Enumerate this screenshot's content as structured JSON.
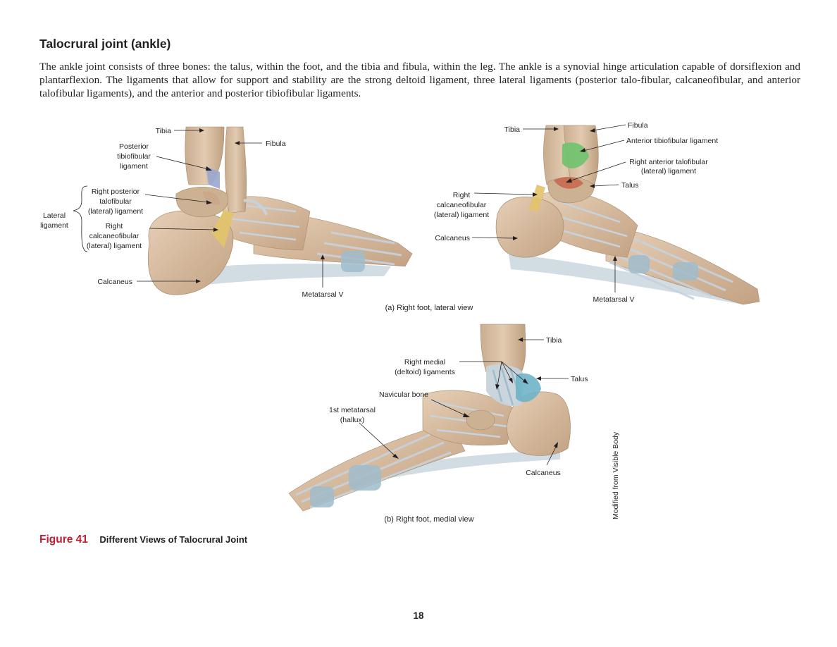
{
  "section": {
    "title": "Talocrural joint (ankle)",
    "body": "The ankle joint consists of three bones: the talus, within the foot, and the tibia and fibula, within the leg. The ankle is a synovial hinge articulation capable of dorsiflexion and plantarflexion. The ligaments that allow for support and stability are the strong deltoid ligament, three lateral ligaments (posterior talo-fibular, calcaneofibular, and anterior talofibular ligaments), and the anterior and posterior tibiofibular ligaments."
  },
  "panel_a": {
    "caption": "(a) Right foot, lateral view",
    "left_view": {
      "tibia": "Tibia",
      "fibula": "Fibula",
      "posterior_tibiofibular": [
        "Posterior",
        "tibiofibular",
        "ligament"
      ],
      "lateral_ligament": [
        "Lateral",
        "ligament"
      ],
      "posterior_talofibular": [
        "Right posterior",
        "talofibular",
        "(lateral) ligament"
      ],
      "calcaneofibular": [
        "Right",
        "calcaneofibular",
        "(lateral) ligament"
      ],
      "calcaneus": "Calcaneus",
      "metatarsal_v": "Metatarsal V"
    },
    "right_view": {
      "tibia": "Tibia",
      "fibula": "Fibula",
      "anterior_tibiofibular": "Anterior tibiofibular ligament",
      "anterior_talofibular": [
        "Right anterior talofibular",
        "(lateral) ligament"
      ],
      "talus": "Talus",
      "calcaneofibular": [
        "Right",
        "calcaneofibular",
        "(lateral) ligament"
      ],
      "calcaneus": "Calcaneus",
      "metatarsal_v": "Metatarsal V"
    }
  },
  "panel_b": {
    "caption": "(b) Right foot, medial view",
    "tibia": "Tibia",
    "medial_deltoid": [
      "Right medial",
      "(deltoid) ligaments"
    ],
    "talus": "Talus",
    "navicular": "Navicular bone",
    "first_metatarsal": [
      "1st metatarsal",
      "(hallux)"
    ],
    "calcaneus": "Calcaneus"
  },
  "credit": "Modified from Visible Body",
  "figure": {
    "number": "Figure 41",
    "title": "Different Views of Talocrural Joint"
  },
  "page_number": "18",
  "colors": {
    "figure_number": "#be1e2d",
    "bone": "#dcc2a6",
    "bone_shadow": "#b99a7c",
    "ligament_gray": "#c7d3dc",
    "ligament_blue": "#8fb4c4",
    "posterior_tibiofibular": "#9aa6d2",
    "posterior_talofibular": "#c9a98a",
    "calcaneofibular": "#e2c36a",
    "anterior_tibiofibular": "#6ec36e",
    "anterior_talofibular": "#c86a4e",
    "talus_medial": "#6fb3c8"
  }
}
